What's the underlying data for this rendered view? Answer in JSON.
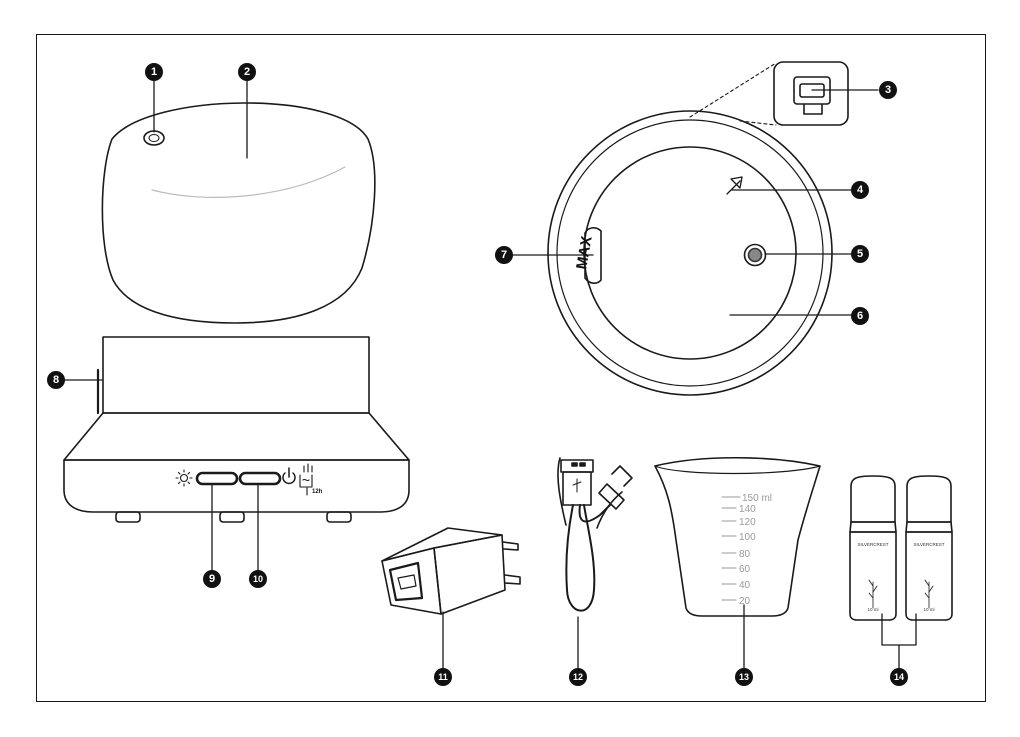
{
  "callouts": [
    "1",
    "2",
    "3",
    "4",
    "5",
    "6",
    "7",
    "8",
    "9",
    "10",
    "11",
    "12",
    "13",
    "14"
  ],
  "max_label": "MAX",
  "timer_label": "12h",
  "cup_scale": [
    "150 ml",
    "140",
    "120",
    "100",
    "80",
    "60",
    "40",
    "20"
  ],
  "oil_brand": "SILVERCREST",
  "oil_volume": "10 ml",
  "colors": {
    "outline": "#1a1a1a",
    "callout_fill": "#111111",
    "scale_grey": "#9a9a9a"
  }
}
